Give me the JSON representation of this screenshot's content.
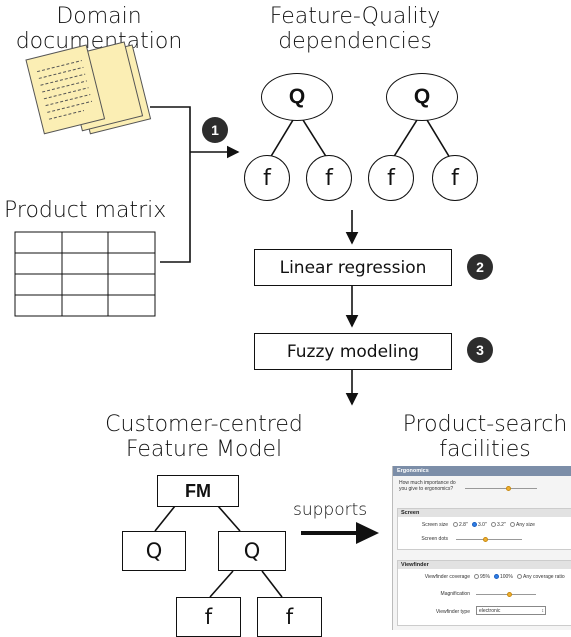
{
  "titles": {
    "domain_line1": "Domain",
    "domain_line2": "documentation",
    "fq_line1": "Feature-Quality",
    "fq_line2": "dependencies",
    "product_matrix": "Product matrix",
    "cfm_line1": "Customer-centred",
    "cfm_line2": "Feature Model",
    "ps_line1": "Product-search",
    "ps_line2": "facilities"
  },
  "steps": {
    "linear_regression": "Linear regression",
    "fuzzy_modeling": "Fuzzy modeling",
    "badge1": "1",
    "badge2": "2",
    "badge3": "3"
  },
  "fq_tree": {
    "quality": "Q",
    "feature": "f"
  },
  "feature_model": {
    "root": "FM",
    "quality": "Q",
    "feature": "f"
  },
  "supports_label": "supports",
  "product_search": {
    "header": "Ergonomics",
    "question_line1": "How much importance do",
    "question_line2": "you give to ergonomics?",
    "importance_level": 0.6,
    "screen": {
      "title": "Screen",
      "size_label": "Screen size",
      "size_options": [
        "2.8\"",
        "3.0\"",
        "3.2\"",
        "Any size"
      ],
      "size_selected": 1,
      "dots_label": "Screen dots",
      "dots_level": 0.45
    },
    "viewfinder": {
      "title": "Viewfinder",
      "coverage_label": "Viewfinder coverage",
      "coverage_options": [
        "95%",
        "100%",
        "Any coverage ratio"
      ],
      "coverage_selected": 1,
      "magnification_label": "Magnification",
      "magnification_level": 0.55,
      "type_label": "Viewfinder type",
      "type_value": "electronic"
    }
  },
  "colors": {
    "documents": "#fbeeb4",
    "badge": "#2d2d2d",
    "panel_header": "#7c8ea8",
    "slider_knob": "#f0b030",
    "radio_selected": "#2f7fe8"
  }
}
